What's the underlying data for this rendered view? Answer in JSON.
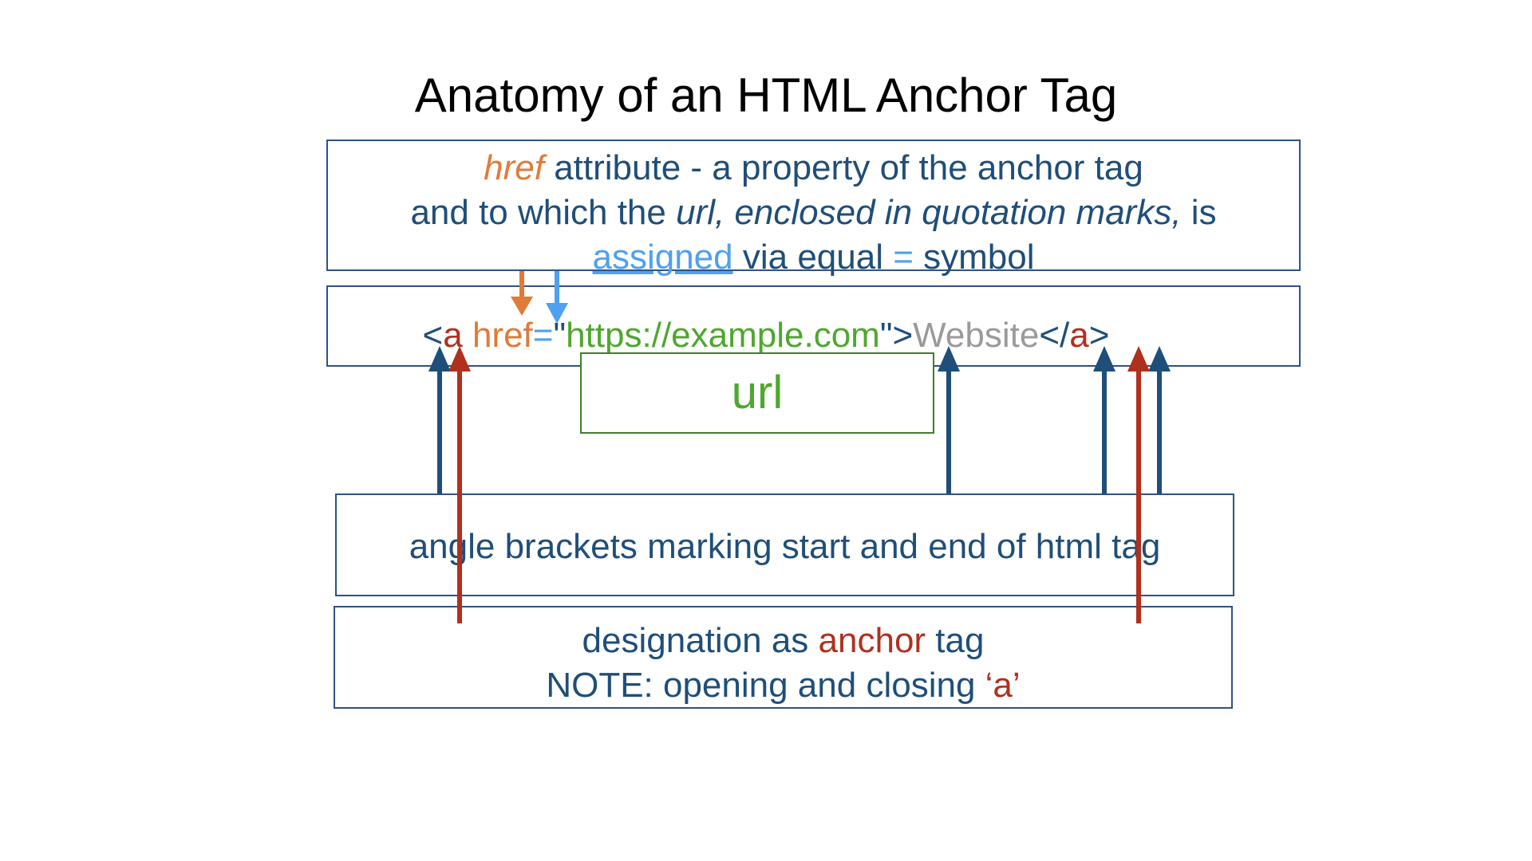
{
  "title": "Anatomy of an HTML Anchor Tag",
  "href_box": {
    "line1_href": "href",
    "line1_rest": " attribute - a property of the anchor tag",
    "line2_start": "and to which the ",
    "line2_italic": "url, enclosed in quotation marks,",
    "line2_end": " is",
    "line3_assigned": "assigned",
    "line3_mid": " via equal ",
    "line3_eq": "=",
    "line3_end": " symbol"
  },
  "code": {
    "lt": "<",
    "a_open": "a",
    "href": " href",
    "eq": "=",
    "quote_open": "\"",
    "url": "https://example.com",
    "quote_close": "\"",
    "gt": ">",
    "link_text": "Website",
    "lt_slash": "</",
    "a_close": "a",
    "gt_close": ">"
  },
  "url_box": {
    "label": "url"
  },
  "angle_box": {
    "label": "angle brackets marking start and end of html tag"
  },
  "designation_box": {
    "line1_start": "designation as ",
    "line1_anchor": "anchor",
    "line1_end": " tag",
    "line2_start": "NOTE: opening and closing ",
    "line2_q_open": "‘",
    "line2_a": "a",
    "line2_q_close": "’"
  },
  "colors": {
    "navy": "#1f4e79",
    "red": "#b0301e",
    "orange": "#e07b39",
    "light_blue": "#4fa0f0",
    "green": "#4ea72e",
    "gray": "#9a9a9a"
  }
}
